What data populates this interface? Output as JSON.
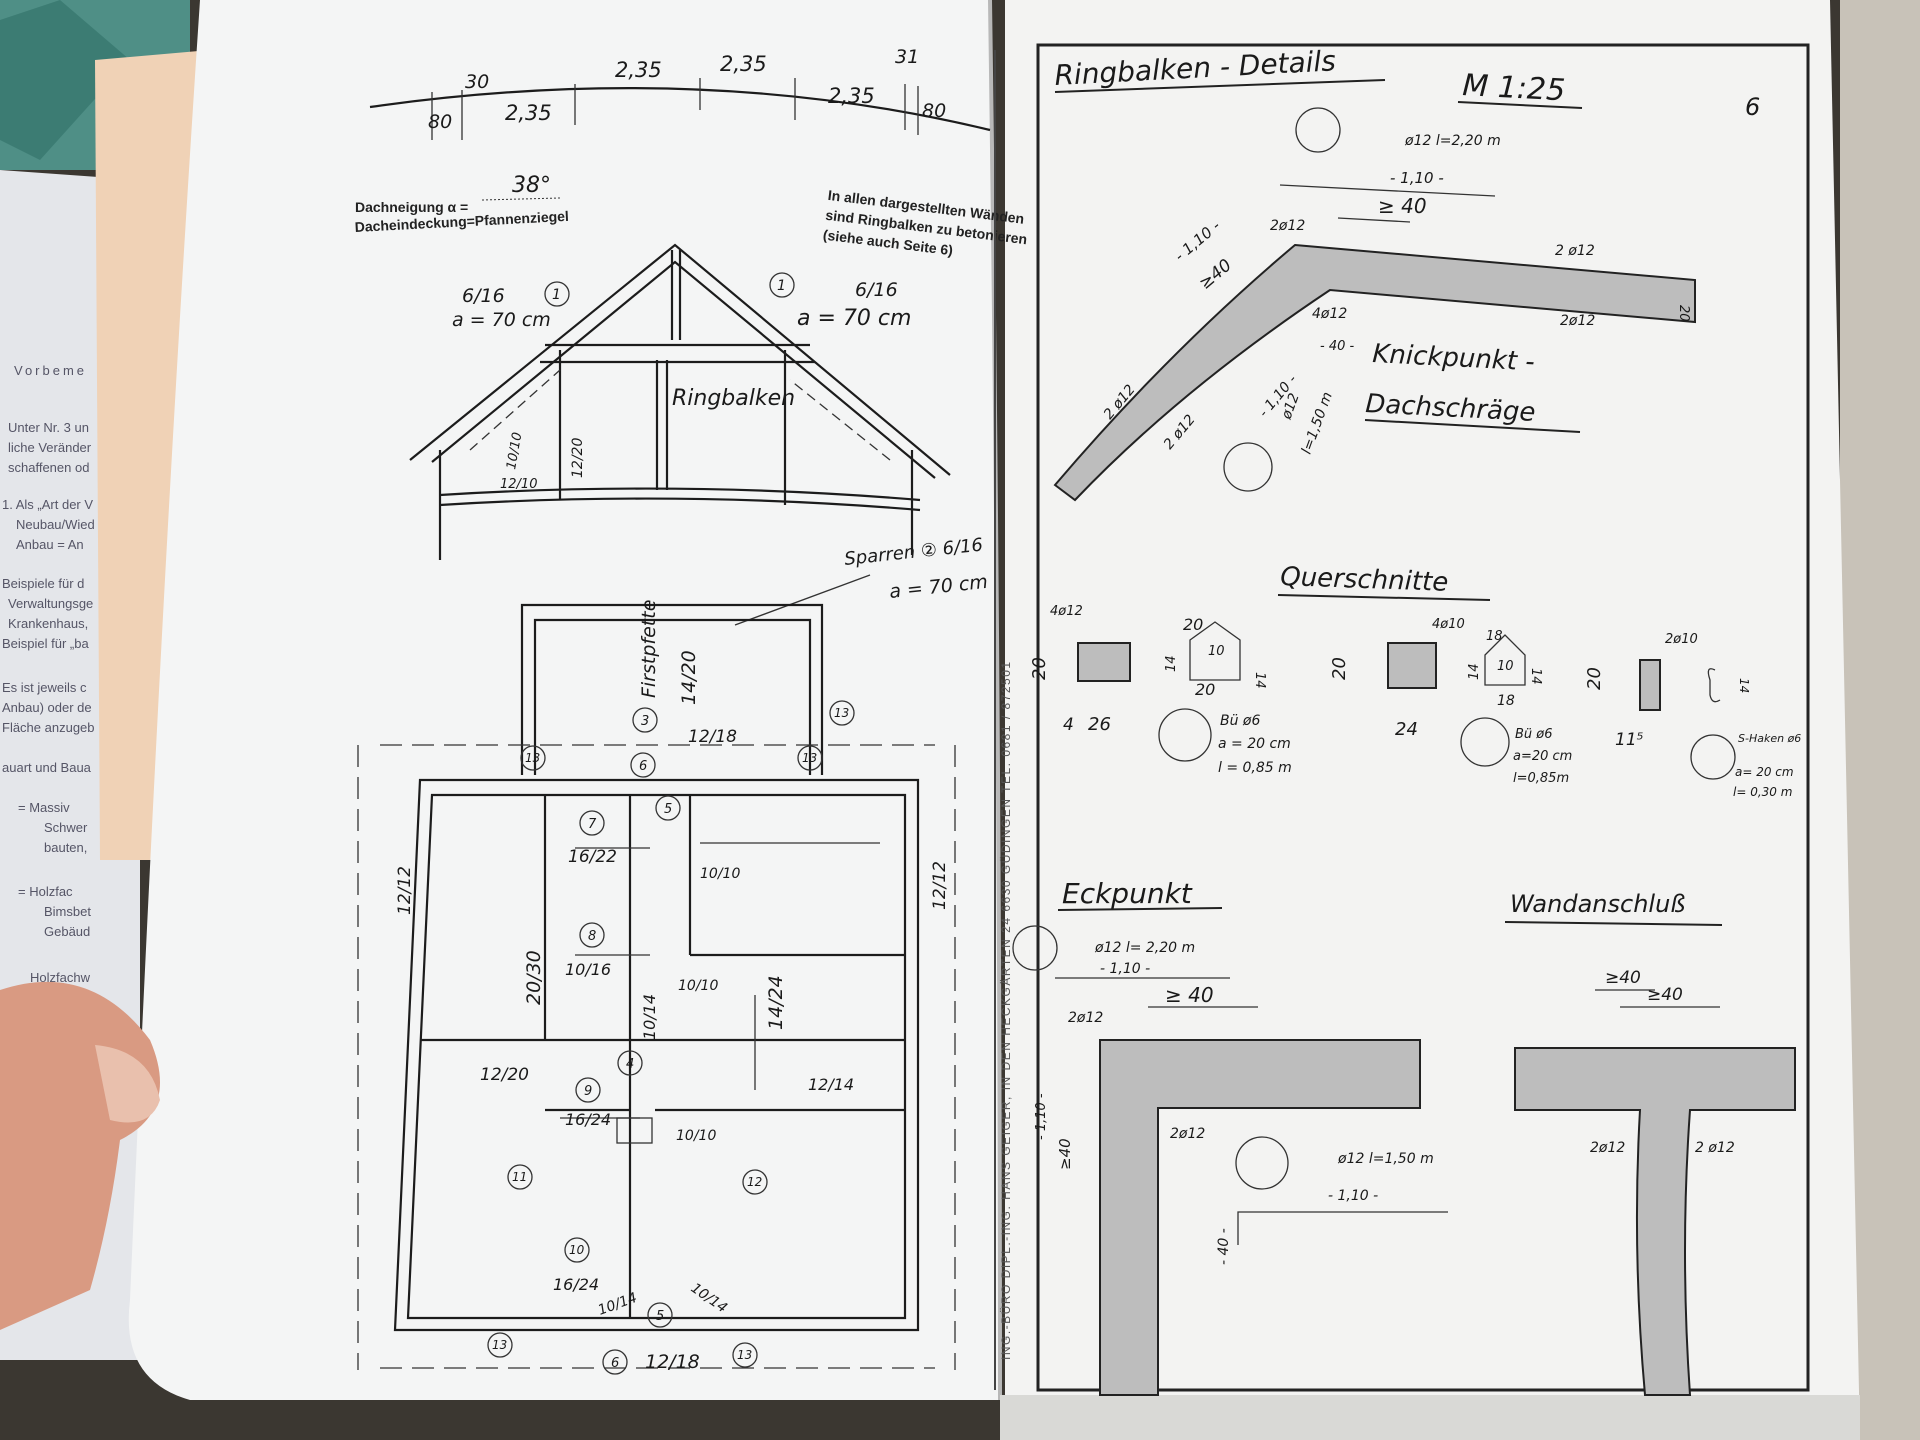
{
  "background_page": {
    "heading": "Vorbeme",
    "lines": [
      "Unter Nr. 3 un",
      "liche Veränder",
      "schaffenen od",
      "1. Als „Art der V",
      "Neubau/Wied",
      "Anbau = An",
      "Beispiele für d",
      "Verwaltungsge",
      "Krankenhaus,",
      "Beispiel für „ba",
      "Es ist jeweils c",
      "Anbau) oder de",
      "Fläche anzugeb",
      "auart und Baua",
      "= Massiv",
      "Schwer",
      "bauten,",
      "= Holzfac",
      "Bimsbet",
      "Gebäud",
      "Holzfachw"
    ]
  },
  "left_page": {
    "top_dims": [
      "80",
      "30",
      "2,35",
      "2,35",
      "2,35",
      "2,35",
      "31",
      "80"
    ],
    "roof_pitch_label": "Dachneigung α =",
    "roof_pitch_value": "38°",
    "roofing_label": "Dacheindeckung=Pfannenziegel",
    "note": [
      "In allen dargestellten Wänden",
      "sind Ringbalken zu betonieren",
      "(siehe auch Seite 6)"
    ],
    "rafter_left": [
      "6/16",
      "a = 70 cm"
    ],
    "rafter_right": [
      "6/16",
      "a = 70 cm"
    ],
    "section_labels": [
      "Ringbalken",
      "12/20",
      "10/10",
      "12/10"
    ],
    "sparren_label": [
      "Sparren ② 6/16",
      "a = 70 cm"
    ],
    "plan_labels": [
      "Firstpfette",
      "14/20",
      "12/18",
      "16/22",
      "10/16",
      "20/30",
      "12/12",
      "12/12",
      "12/20",
      "16/24",
      "10/14",
      "14/24",
      "12/14",
      "10/10",
      "10/10",
      "10/10",
      "16/24",
      "10/14",
      "10/14",
      "12/18"
    ],
    "circle_numbers": [
      "1",
      "1",
      "2",
      "3",
      "4",
      "5",
      "6",
      "7",
      "8",
      "9",
      "10",
      "11",
      "12",
      "13",
      "13",
      "13",
      "13",
      "13",
      "5",
      "6"
    ],
    "title_block": "ING.-BÜRO   DIPL.-ING. HANS GEIGER, IN DEN HECKGÄRTEN 24      6630 GÜDINGEN      TEL. 0681 / 872501"
  },
  "right_page": {
    "title": "Ringbalken - Details",
    "scale": "M 1:25",
    "page_number": "6",
    "knick": {
      "bar_top": "ø12  l=2,20 m",
      "dim_top": "- 1,10 -",
      "ge40": "≥ 40",
      "dim_side": "- 1,10 -",
      "ge40_side": "≥40",
      "bars": [
        "2ø12",
        "2 ø12",
        "2ø12",
        "4ø12",
        "2 ø12",
        "2 ø12"
      ],
      "dim_40": "- 40 -",
      "h20": "20",
      "bar_bottom": [
        "ø12",
        "l=1,50 m"
      ],
      "dim_bottom": "- 1,10 -",
      "title1": "Knickpunkt -",
      "title2": "Dachschräge"
    },
    "querschnitte": {
      "title": "Querschnitte",
      "s1": {
        "bars": "4ø12",
        "h": "20",
        "w1": "4",
        "w": "26",
        "stirrup": [
          "Bü   ø6",
          "a = 20 cm",
          "l = 0,85 m"
        ]
      },
      "s1_shape": {
        "a": "20",
        "b": "14",
        "c": "10",
        "d": "14",
        "e": "20"
      },
      "s2": {
        "bars": "4ø10",
        "h": "20",
        "w": "24",
        "stirrup": [
          "Bü   ø6",
          "a=20 cm",
          "l=0,85m"
        ]
      },
      "s2_shape": {
        "a": "18",
        "b": "14",
        "c": "10",
        "d": "14",
        "e": "18"
      },
      "s3": {
        "bars": "2ø10",
        "h": "20",
        "w": "11⁵",
        "hook": [
          "S-Haken  ø6",
          "a= 20 cm",
          "l= 0,30 m"
        ],
        "hook_dim": "14"
      }
    },
    "eck": {
      "title": "Eckpunkt",
      "bar_top": "ø12   l= 2,20 m",
      "dim_top": "- 1,10 -",
      "ge40": "≥ 40",
      "bars": [
        "2ø12",
        "2ø12"
      ],
      "dim_side": "- 1,10 -",
      "ge40_side": "≥40",
      "bar_bottom": "ø12  l=1,50 m",
      "dim_bottom": "- 1,10 -",
      "dim_40": "- 40 -"
    },
    "wand": {
      "title": "Wandanschluß",
      "ge40a": "≥40",
      "ge40b": "≥40",
      "bars": [
        "2ø12",
        "2 ø12"
      ]
    }
  }
}
